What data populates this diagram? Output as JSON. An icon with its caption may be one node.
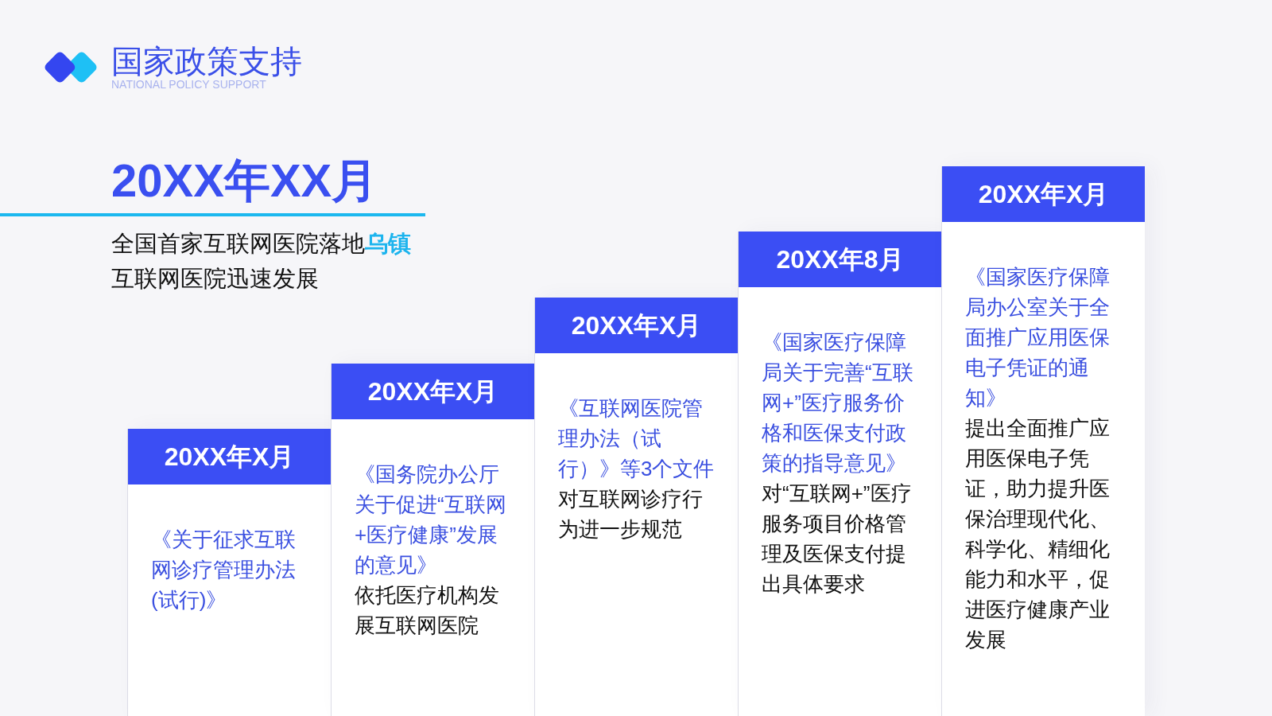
{
  "diagram": {
    "title": "国家政策支持",
    "nodes": [
      {
        "text": [
          "《关于征求互联网诊疗管理办法(试行)》"
        ]
      },
      {
        "text": [
          "20XX年X月"
        ],
        "in": 0
      },
      {
        "text": [
          "《国务院办公厅关于促进“互联网+医疗健康”发展的意见》",
          "依托医疗机构发展互联网医院"
        ]
      },
      {
        "text": [
          "20XX年X月"
        ],
        "in": 2
      },
      {
        "text": [
          "《互联网医院管理办法（试行）》等3个文件",
          "对互联网诊疗行为进一步规范"
        ]
      },
      {
        "text": [
          "20XX年X月"
        ],
        "in": 4
      },
      {
        "text": [
          "《国家医疗保障局关于完善“互联网+”医疗服务价格和医保支付政策的指导意见》",
          "对“互联网+”医疗服务项目价格管理及医保支付提出具体要求"
        ]
      },
      {
        "text": [
          "20XX年8月"
        ],
        "in": 6
      },
      {
        "text": [
          "《国家医疗保障局办公室关于全面推广应用医保电子凭证的通知》",
          "提出全面推广应用医保电子凭证，助力提升医保治理现代化、科学化、精细化能力和水平，促进医疗健康产业发展"
        ]
      },
      {
        "text": [
          "20XX年X月"
        ],
        "in": 8
      }
    ],
    "labels": [
      "NATIONAL POLICY SUPPORT",
      "20XX年XX月",
      "全国首家互联网医院落地**乌镇**",
      "互联网医院迅速发展"
    ]
  }
}
